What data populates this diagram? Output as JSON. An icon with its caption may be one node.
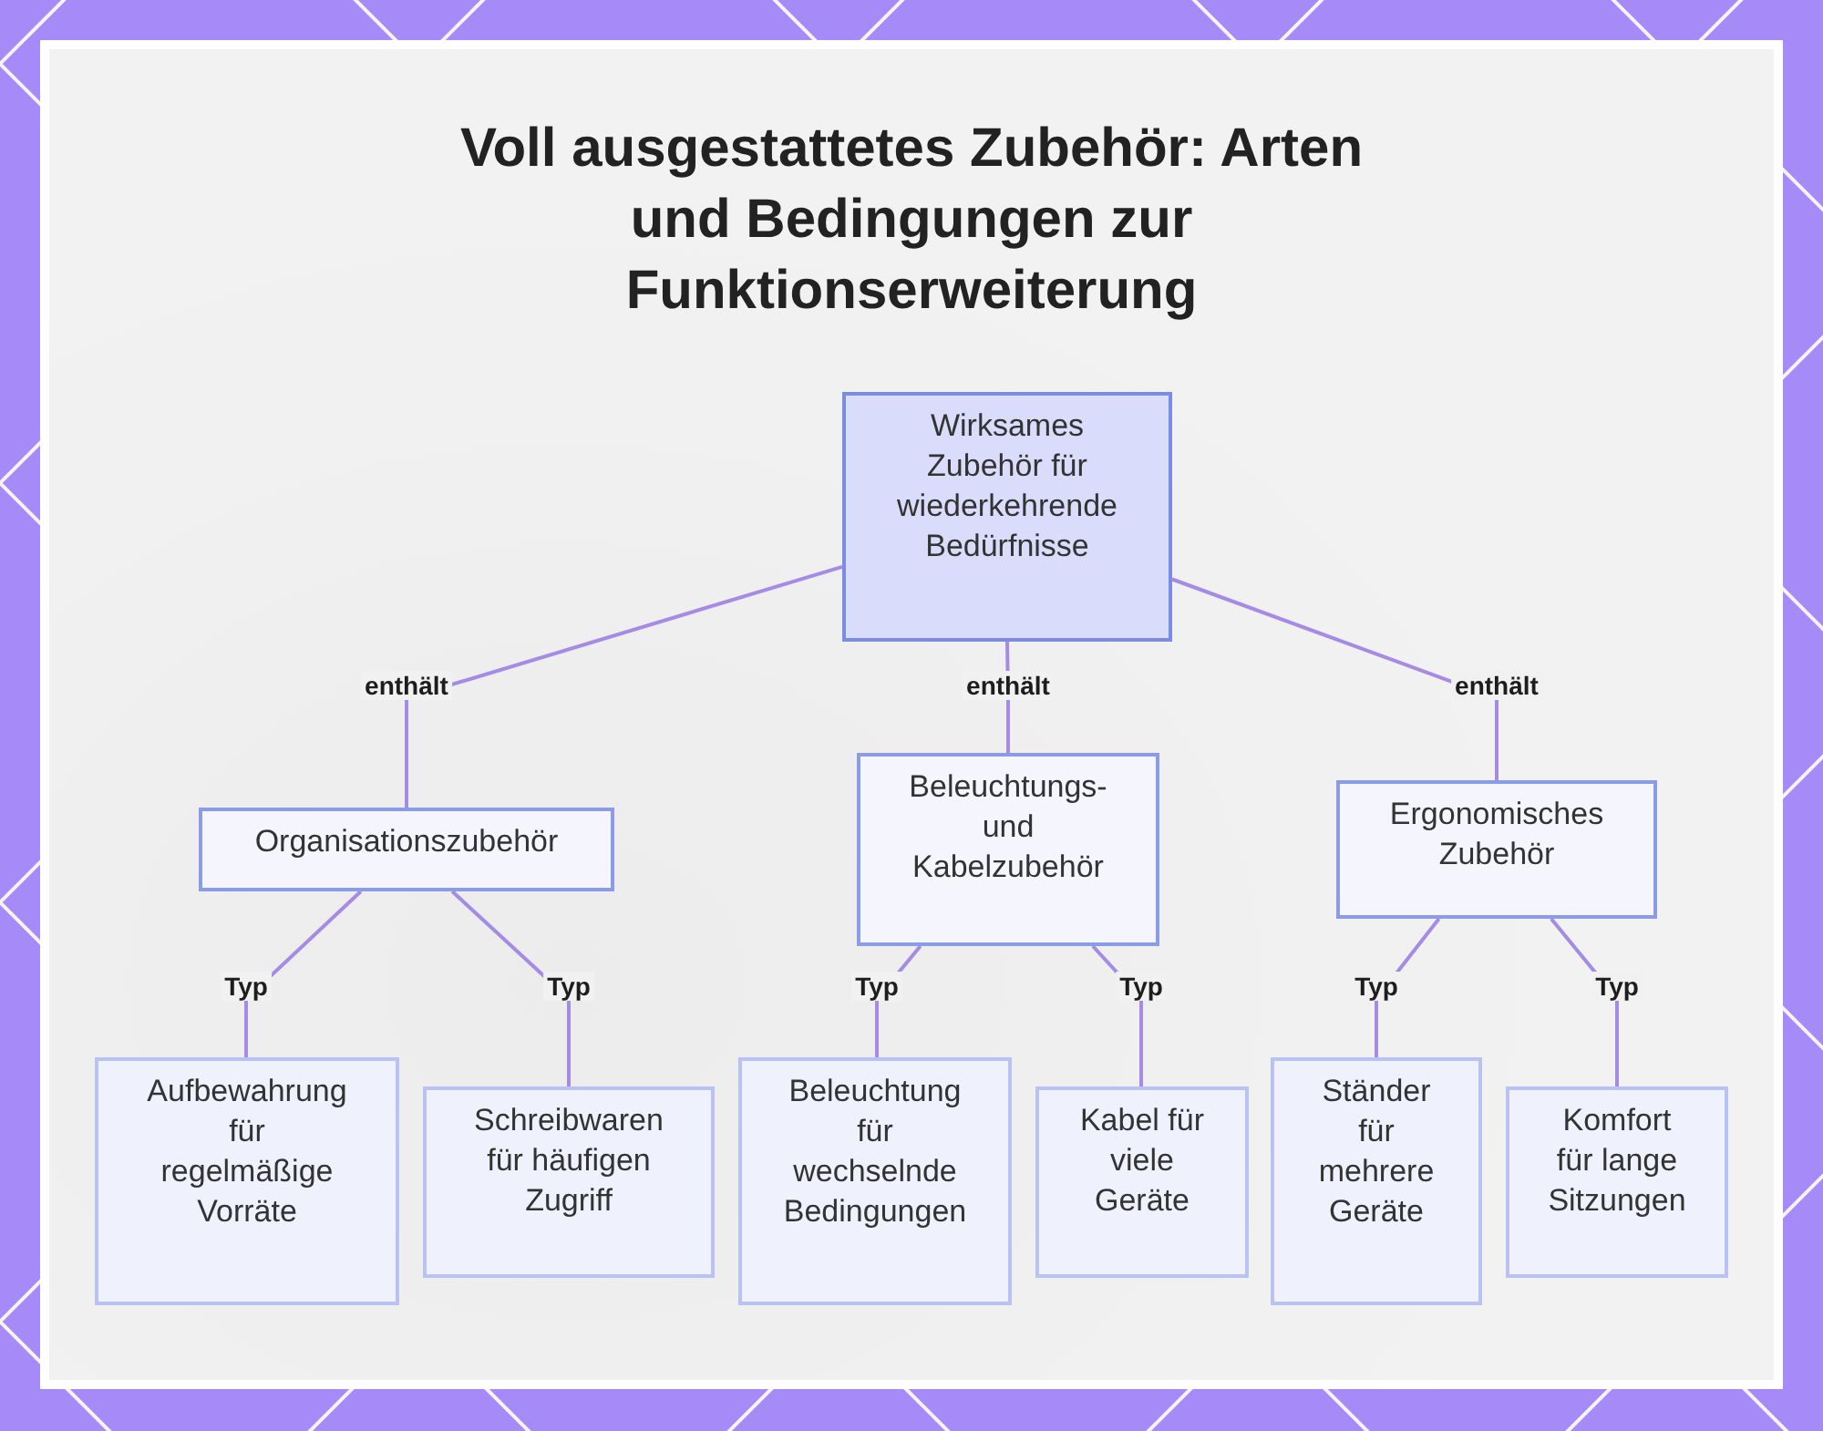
{
  "diagram": {
    "title": "Voll ausgestattetes Zubehör: Arten und Bedingungen zur Funktionserweiterung",
    "nodes": [
      {
        "text": [
          "Wirksames Zubehör für wiederkehrende Bedürfnisse"
        ]
      },
      {
        "text": [
          "Organisationszubehör"
        ]
      },
      {
        "text": [
          "Beleuchtungs- und Kabelzubehör"
        ]
      },
      {
        "text": [
          "Ergonomisches Zubehör"
        ]
      },
      {
        "text": [
          "Aufbewahrung für regelmäßige Vorräte"
        ]
      },
      {
        "text": [
          "Schreibwaren für häufigen Zugriff"
        ]
      },
      {
        "text": [
          "Beleuchtung für wechselnde Bedingungen"
        ]
      },
      {
        "text": [
          "Kabel für viele Geräte"
        ]
      },
      {
        "text": [
          "Ständer für mehrere Geräte"
        ]
      },
      {
        "text": [
          "Komfort für lange Sitzungen"
        ]
      }
    ],
    "edges": [
      {
        "from": 0,
        "to": 1,
        "arrow": "none",
        "label": "enthält"
      },
      {
        "from": 0,
        "to": 2,
        "arrow": "none",
        "label": "enthält"
      },
      {
        "from": 0,
        "to": 3,
        "arrow": "none",
        "label": "enthält"
      },
      {
        "from": 1,
        "to": 4,
        "arrow": "none",
        "label": "Typ"
      },
      {
        "from": 1,
        "to": 5,
        "arrow": "none",
        "label": "Typ"
      },
      {
        "from": 2,
        "to": 6,
        "arrow": "none",
        "label": "Typ"
      },
      {
        "from": 2,
        "to": 7,
        "arrow": "none",
        "label": "Typ"
      },
      {
        "from": 3,
        "to": 8,
        "arrow": "none",
        "label": "Typ"
      },
      {
        "from": 3,
        "to": 9,
        "arrow": "none",
        "label": "Typ"
      }
    ]
  }
}
